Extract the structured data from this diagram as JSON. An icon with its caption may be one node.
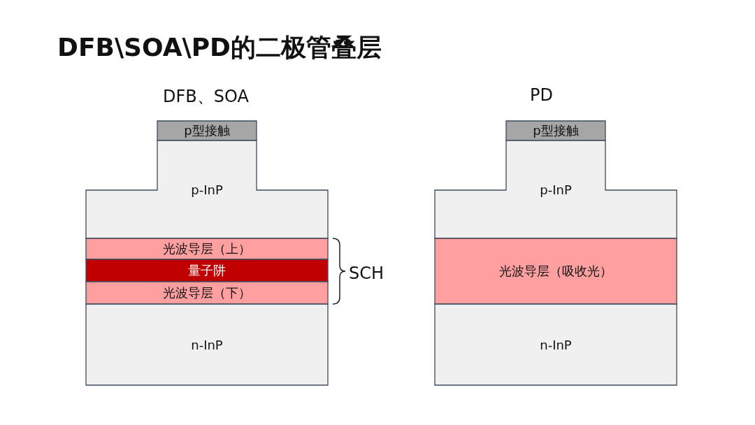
{
  "diagram": {
    "title": "DFB\\SOA\\PD的二极管叠层",
    "nodes": [
      {
        "text": [
          "p型接触"
        ]
      },
      {
        "text": [
          "p-InP"
        ]
      },
      {
        "text": [
          "光波导层（上）"
        ]
      },
      {
        "text": [
          "量子阱"
        ]
      },
      {
        "text": [
          "光波导层（下）"
        ]
      },
      {
        "text": [
          "n-InP"
        ]
      },
      {
        "text": [
          "p型接触"
        ]
      },
      {
        "text": [
          "p-InP"
        ]
      },
      {
        "text": [
          "光波导层（吸收光）"
        ]
      },
      {
        "text": [
          "n-InP"
        ]
      }
    ],
    "labels": [
      "DFB、SOA",
      "PD",
      "SCH"
    ]
  }
}
